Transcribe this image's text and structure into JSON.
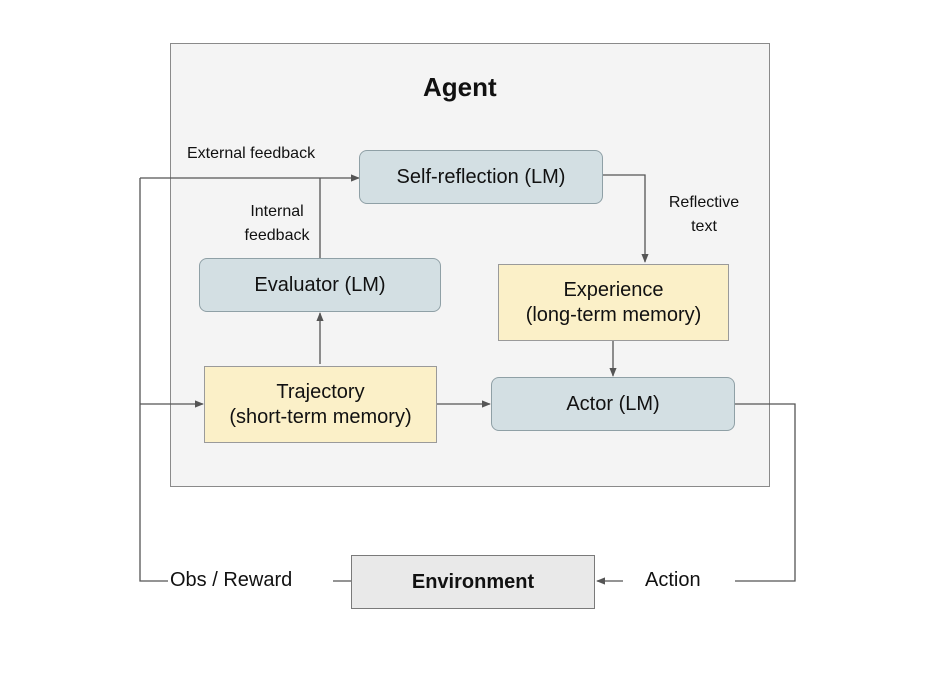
{
  "agent": {
    "title": "Agent"
  },
  "nodes": {
    "self_reflection": "Self-reflection (LM)",
    "evaluator": "Evaluator (LM)",
    "experience_title": "Experience",
    "experience_subtitle": "(long-term memory)",
    "trajectory_title": "Trajectory",
    "trajectory_subtitle": "(short-term memory)",
    "actor": "Actor (LM)",
    "environment": "Environment"
  },
  "edges": {
    "external_feedback": "External feedback",
    "internal_feedback_1": "Internal",
    "internal_feedback_2": "feedback",
    "reflective_text_1": "Reflective",
    "reflective_text_2": "text",
    "obs_reward": "Obs / Reward",
    "action": "Action"
  },
  "colors": {
    "lm_fill": "#d3dfe3",
    "memory_fill": "#fbf0c8",
    "environment_fill": "#e9e9e9",
    "agent_fill": "#f4f4f4",
    "line": "#555555"
  }
}
